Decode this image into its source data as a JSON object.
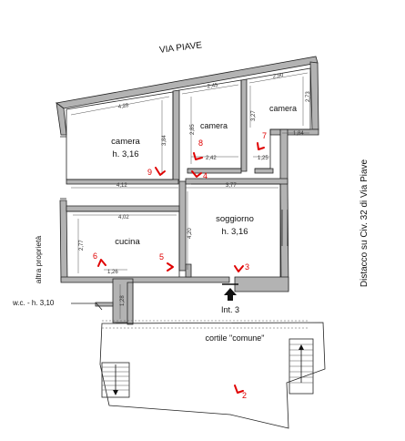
{
  "street": "VIA PIAVE",
  "side_note": "Distacco su Civ. 32 di Via Piave",
  "left_note": "altra proprietà",
  "rooms": {
    "camera_main": {
      "name": "camera",
      "height": "h. 3,16"
    },
    "camera_mid": {
      "name": "camera"
    },
    "camera_right": {
      "name": "camera"
    },
    "soggiorno": {
      "name": "soggiorno",
      "height": "h. 3,16"
    },
    "cucina": {
      "name": "cucina"
    },
    "wc": {
      "name": "w.c. - h. 3,10"
    },
    "cortile": {
      "name": "cortile \"comune\""
    },
    "entrance": {
      "name": "Int. 3"
    }
  },
  "dimensions": {
    "d428": "4,28",
    "d245": "2,45",
    "d290": "2,90",
    "d273": "2,73",
    "d327": "3,27",
    "d285": "2,85",
    "d184": "1,84",
    "d384": "3,84",
    "d242": "2,42",
    "d125": "1,25",
    "d412": "4,12",
    "d377": "3,77",
    "d402": "4,02",
    "d277": "2,77",
    "d420": "4,20",
    "d126": "1,26",
    "d128": "1,28"
  },
  "viewpoints": [
    "9",
    "8",
    "7",
    "4",
    "6",
    "5",
    "3",
    "2"
  ],
  "colors": {
    "wall": "#b3b3b3",
    "marker": "#e00000",
    "line": "#222222"
  }
}
